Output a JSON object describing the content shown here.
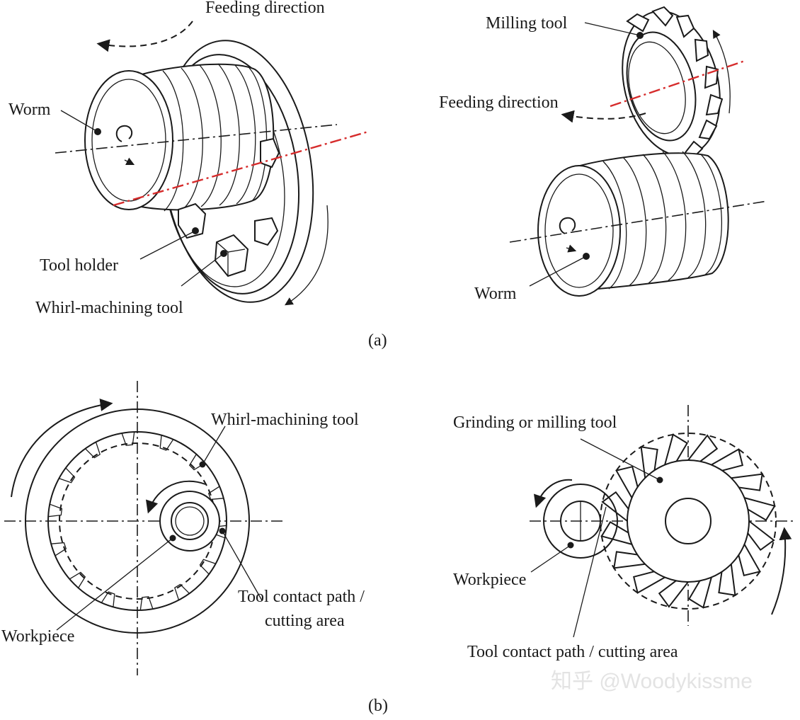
{
  "panel_a": {
    "caption": "(a)",
    "whirl": {
      "feeding_direction": "Feeding direction",
      "worm": "Worm",
      "tool_holder": "Tool holder",
      "whirl_tool": "Whirl-machining tool"
    },
    "milling": {
      "milling_tool": "Milling tool",
      "feeding_direction": "Feeding direction",
      "worm": "Worm"
    }
  },
  "panel_b": {
    "caption": "(b)",
    "whirl": {
      "whirl_tool": "Whirl-machining tool",
      "contact_line1": "Tool contact path /",
      "contact_line2": "cutting area",
      "workpiece": "Workpiece"
    },
    "grinding": {
      "grinding_tool": "Grinding or milling tool",
      "workpiece": "Workpiece",
      "contact": "Tool contact path / cutting area"
    }
  },
  "watermark": "知乎 @Woodykissme",
  "colors": {
    "ink": "#1a1a1a",
    "highlight_axis": "#d62c2c",
    "background": "#ffffff"
  }
}
